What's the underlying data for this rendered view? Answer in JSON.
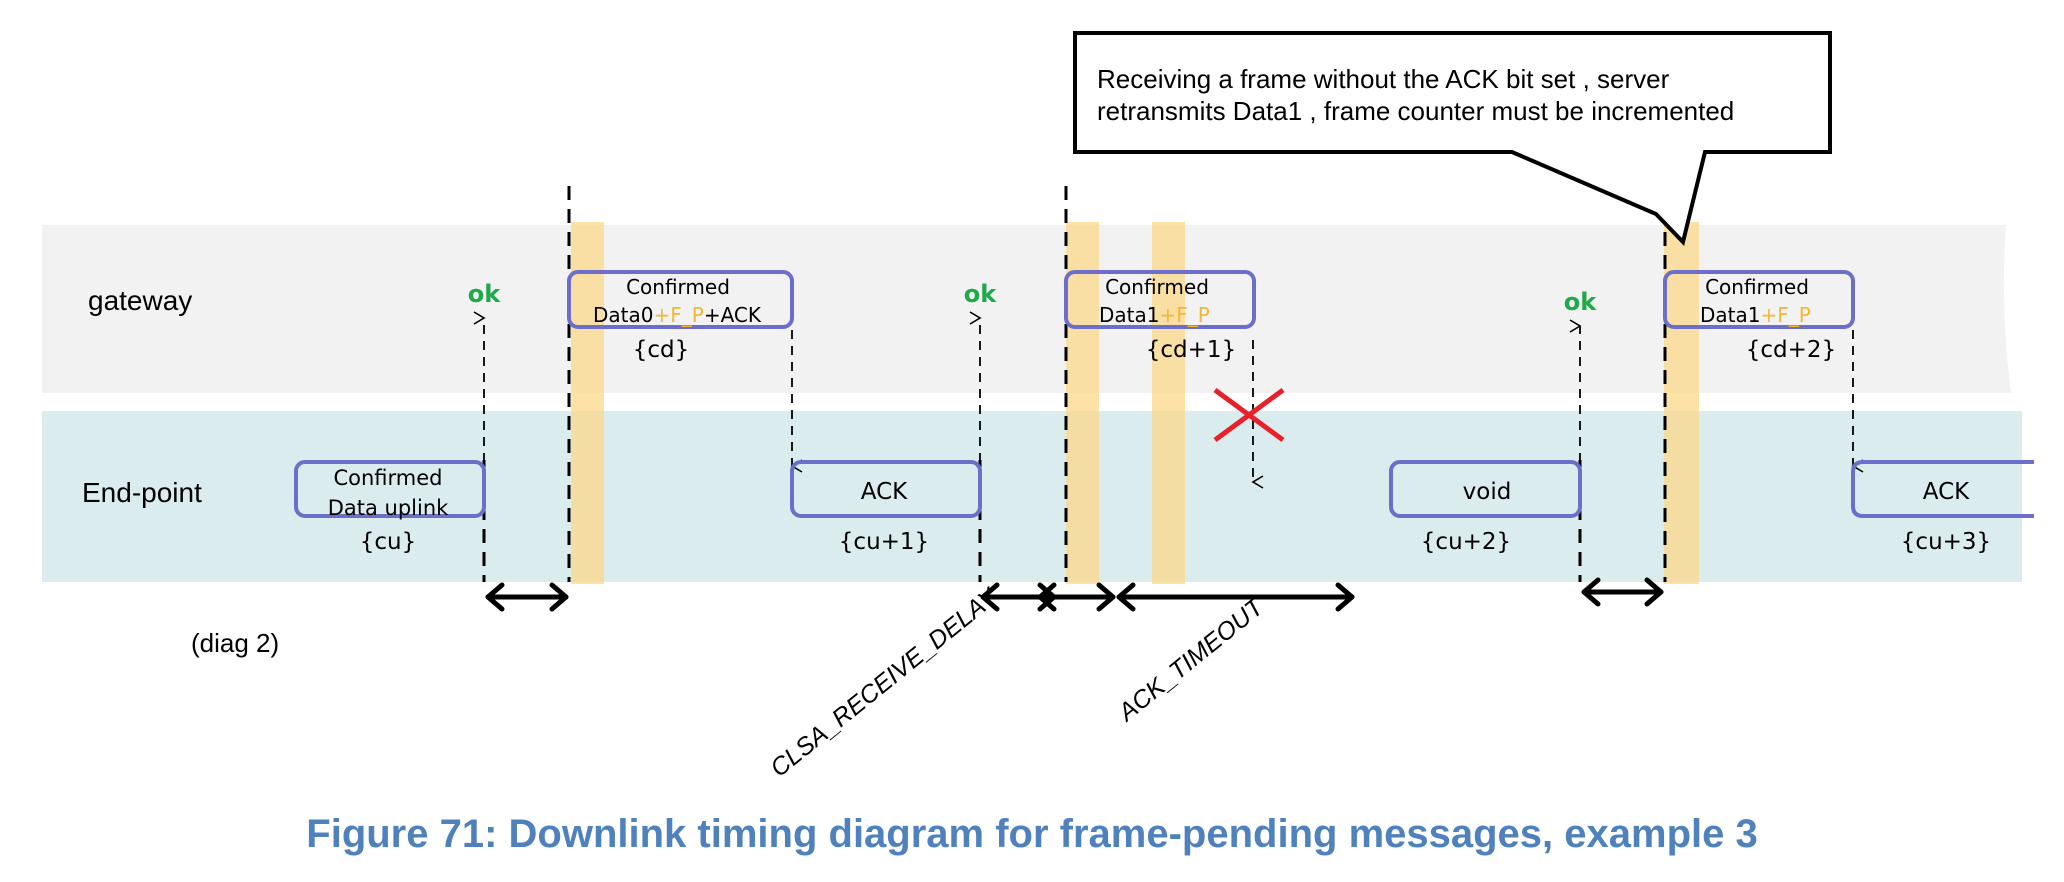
{
  "lanes": {
    "gateway": "gateway",
    "endpoint": "End-point"
  },
  "colors": {
    "gateway_lane": "#f2f2f2",
    "endpoint_lane": "#dbecee",
    "frame_border": "#6b6fc9",
    "window_bar": "#fbd88a",
    "ok": "#1fa94b",
    "fpending": "#f5b731",
    "lost": "#e8202a",
    "caption": "#4f81bd"
  },
  "frames": {
    "uplink1": {
      "line1": "Confirmed",
      "line2": "Data uplink",
      "counter": "{cu}"
    },
    "downlink1": {
      "line1": "Confirmed",
      "line2_a": "Data0",
      "line2_b": "+F_P",
      "line2_c": "+ACK",
      "counter": "{cd}"
    },
    "uplink2": {
      "line1": "ACK",
      "counter": "{cu+1}"
    },
    "downlink2": {
      "line1": "Confirmed",
      "line2_a": "Data1",
      "line2_b": "+F_P",
      "counter": "{cd+1}"
    },
    "uplink3": {
      "line1": "void",
      "counter": "{cu+2}"
    },
    "downlink3": {
      "line1": "Confirmed",
      "line2_a": "Data1",
      "line2_b": "+F_P",
      "counter": "{cd+2}"
    },
    "uplink4": {
      "line1": "ACK",
      "counter": "{cu+3}"
    }
  },
  "ok_labels": [
    "ok",
    "ok",
    "ok"
  ],
  "timers": {
    "receive_delay": "CLSA_RECEIVE_DELAY",
    "ack_timeout": "ACK_TIMEOUT"
  },
  "diag_label": "(diag 2)",
  "callout": {
    "line1": "Receiving a frame without the ACK bit set , server",
    "line2": "retransmits Data1 , frame counter must be incremented"
  },
  "caption": "Figure 71: Downlink timing diagram for frame-pending messages, example 3"
}
